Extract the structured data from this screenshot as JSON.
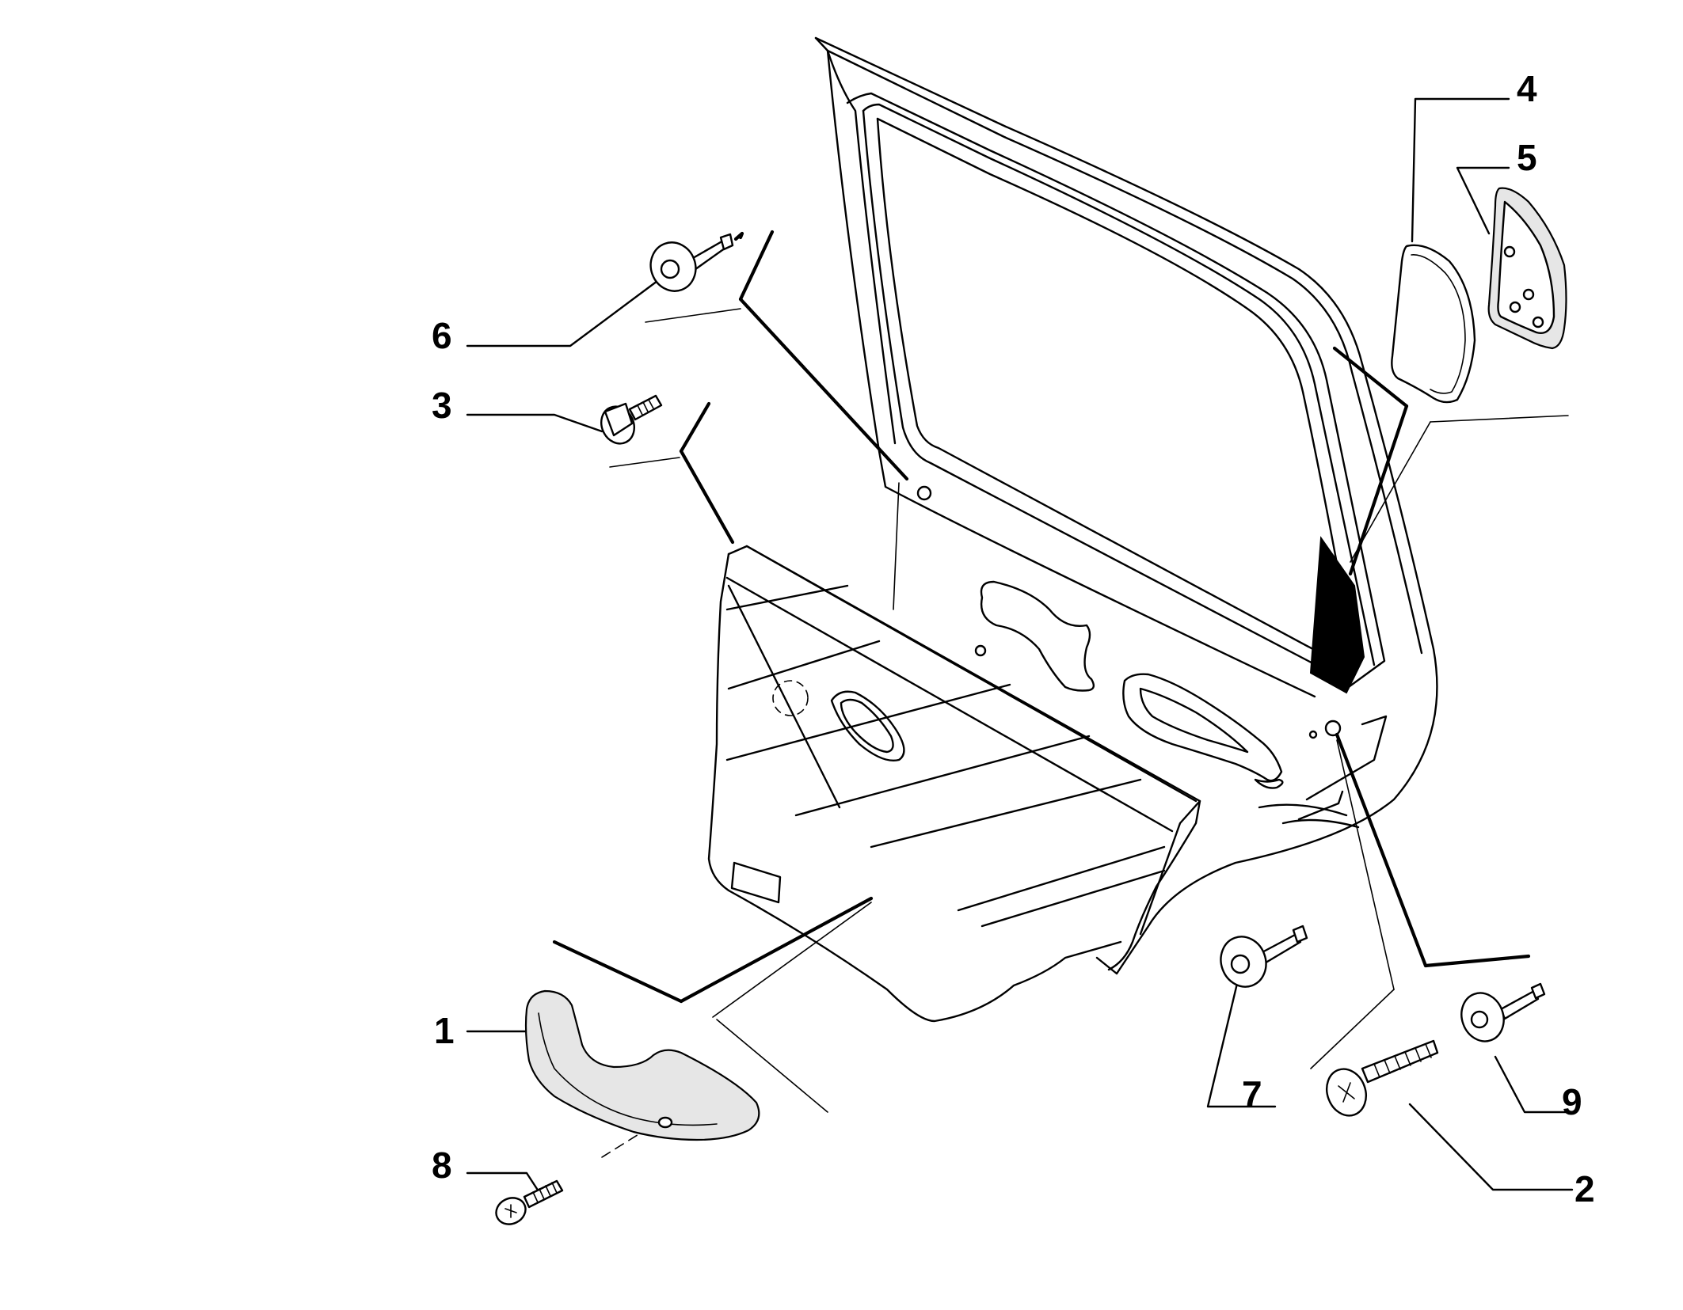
{
  "callouts": {
    "c1": "1",
    "c2": "2",
    "c3": "3",
    "c4": "4",
    "c5": "5",
    "c6": "6",
    "c7": "7",
    "c8": "8",
    "c9": "9"
  },
  "parts": [
    {
      "id": "1",
      "name": "door grab handle"
    },
    {
      "id": "2",
      "name": "screw"
    },
    {
      "id": "3",
      "name": "screw"
    },
    {
      "id": "4",
      "name": "cover"
    },
    {
      "id": "5",
      "name": "cover"
    },
    {
      "id": "6",
      "name": "clip"
    },
    {
      "id": "7",
      "name": "clip"
    },
    {
      "id": "8",
      "name": "screw"
    },
    {
      "id": "9",
      "name": "clip"
    }
  ]
}
